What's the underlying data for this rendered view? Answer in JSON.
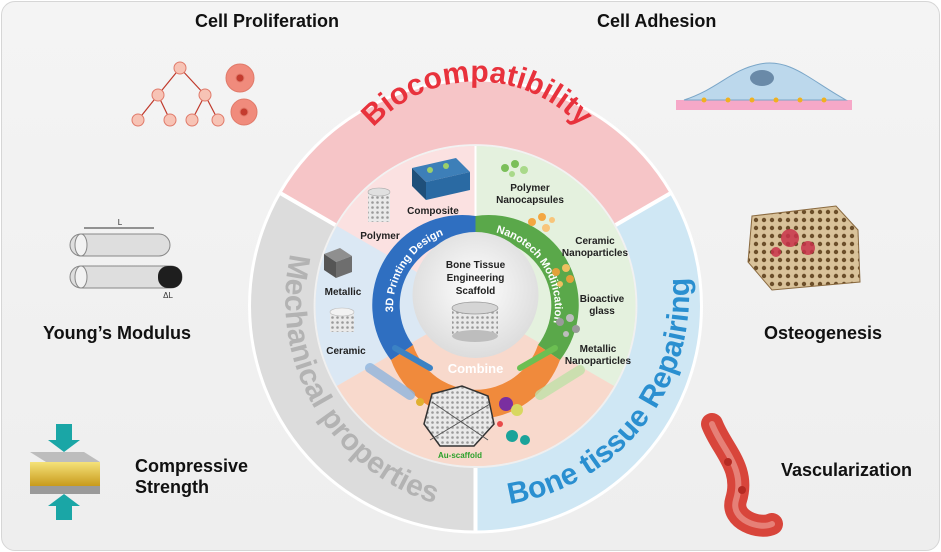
{
  "outer": {
    "cell_proliferation": "Cell Proliferation",
    "cell_adhesion": "Cell Adhesion",
    "youngs_modulus": "Young’s Modulus",
    "compressive_strength_line1": "Compressive",
    "compressive_strength_line2": "Strength",
    "osteogenesis": "Osteogenesis",
    "vascularization": "Vascularization",
    "length_symbol": "L",
    "delta_length_symbol": "ΔL"
  },
  "ring": {
    "biocompatibility": "Biocompatibility",
    "mechanical": "Mechanical properties",
    "bone_repair": "Bone tissue Repairing"
  },
  "inner_ring": {
    "printing": "3D Printing Design",
    "nanotech": "Nanotech Modification",
    "combine": "Combine"
  },
  "center": {
    "line1": "Bone Tissue",
    "line2": "Engineering",
    "line3": "Scaffold"
  },
  "materials": {
    "composite": "Composite",
    "polymer": "Polymer",
    "metallic": "Metallic",
    "ceramic": "Ceramic"
  },
  "nano": {
    "polymer_l1": "Polymer",
    "polymer_l2": "Nanocapsules",
    "ceramic_l1": "Ceramic",
    "ceramic_l2": "Nanoparticles",
    "bioactive_l1": "Bioactive",
    "bioactive_l2": "glass",
    "metallic_l1": "Metallic",
    "metallic_l2": "Nanoparticles"
  },
  "product": {
    "au_scaffold": "Au-scaffold"
  },
  "colors": {
    "biocompat_red": "#e8323c",
    "mechanical_gray": "#c9c9c9",
    "repair_blue": "#2a8fd0",
    "printing_blue": "#2f6fc1",
    "nanotech_green": "#5aa84a",
    "combine_orange": "#f08a3c"
  }
}
